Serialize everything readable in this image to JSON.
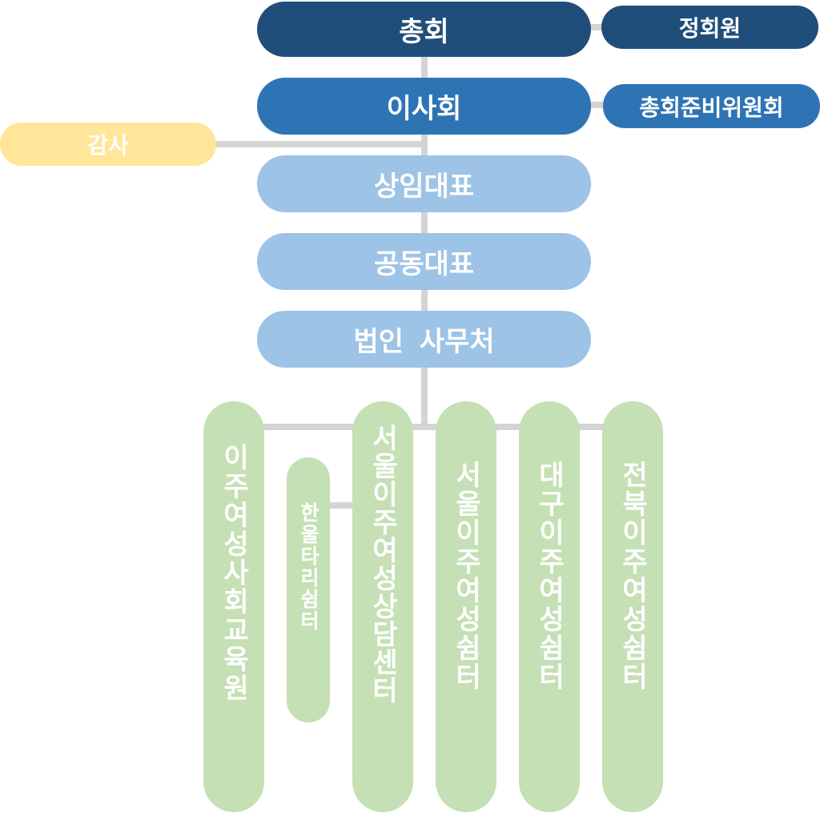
{
  "colors": {
    "dark_blue": "#1f4e7a",
    "mid_blue": "#2e74b5",
    "light_blue": "#9dc3e6",
    "yellow": "#ffe699",
    "green": "#c5e0b4",
    "connector": "#d4d4d4"
  },
  "org": {
    "general_assembly": "총회",
    "regular_members": "정회원",
    "board": "이사회",
    "prep_committee": "총회준비위원회",
    "auditor": "감사",
    "standing_rep": "상임대표",
    "co_rep": "공동대표",
    "office": "법인 사무처",
    "units": {
      "education_institute": "이주여성사회교육원",
      "hanultari_shelter": "한울타리쉼터",
      "seoul_counseling": "서울이주여성상담센터",
      "seoul_shelter": "서울이주여성쉼터",
      "daegu_shelter": "대구이주여성쉼터",
      "jeonbuk_shelter": "전북이주여성쉼터"
    }
  }
}
